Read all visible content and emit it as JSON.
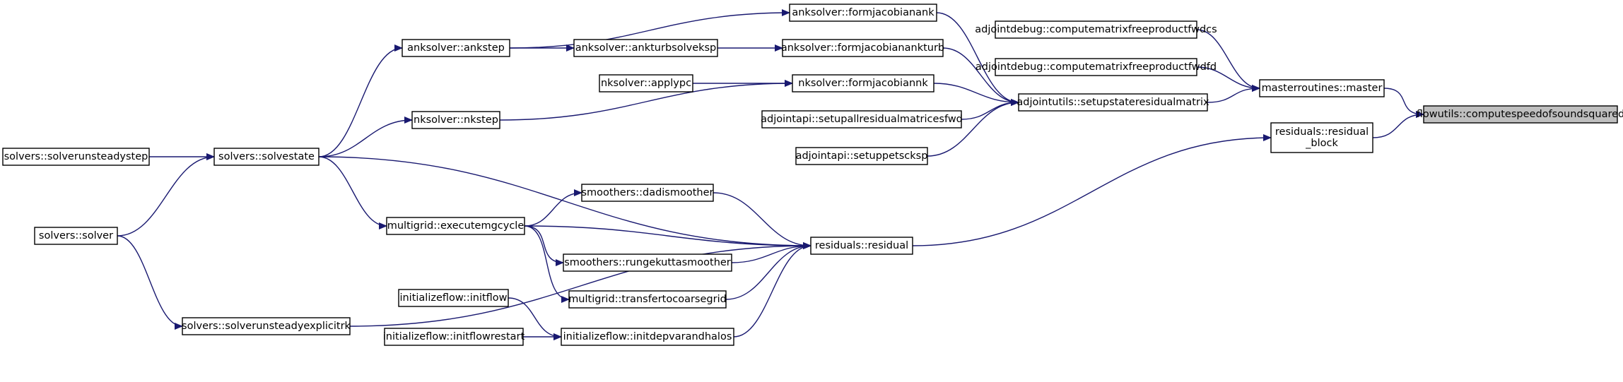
{
  "graph": {
    "edge_color": "#191970",
    "root_fill": "#bfbfbf",
    "nodes": [
      {
        "id": "root",
        "lines": [
          "flowutils::computespeedofsoundsquared"
        ],
        "root": true
      },
      {
        "id": "master",
        "lines": [
          "masterroutines::master"
        ]
      },
      {
        "id": "residual_block",
        "lines": [
          "residuals::residual",
          "_block"
        ]
      },
      {
        "id": "mfwdcs",
        "lines": [
          "adjointdebug::computematrixfreeproductfwdcs"
        ]
      },
      {
        "id": "mfwdfd",
        "lines": [
          "adjointdebug::computematrixfreeproductfwdfd"
        ]
      },
      {
        "id": "setupstate",
        "lines": [
          "adjointutils::setupstateresidualmatrix"
        ]
      },
      {
        "id": "formjac",
        "lines": [
          "anksolver::formjacobianank"
        ]
      },
      {
        "id": "formjacturb",
        "lines": [
          "anksolver::formjacobianankturb"
        ]
      },
      {
        "id": "nkformjac",
        "lines": [
          "nksolver::formjacobiannk"
        ]
      },
      {
        "id": "setupall",
        "lines": [
          "adjointapi::setupallresidualmatricesfwd"
        ]
      },
      {
        "id": "setuppetsc",
        "lines": [
          "adjointapi::setuppetscksp"
        ]
      },
      {
        "id": "residual",
        "lines": [
          "residuals::residual"
        ]
      },
      {
        "id": "ankstep",
        "lines": [
          "anksolver::ankstep"
        ]
      },
      {
        "id": "ankturb",
        "lines": [
          "anksolver::ankturbsolveksp"
        ]
      },
      {
        "id": "applypc",
        "lines": [
          "nksolver::applypc"
        ]
      },
      {
        "id": "nkstep",
        "lines": [
          "nksolver::nkstep"
        ]
      },
      {
        "id": "solvestate",
        "lines": [
          "solvers::solvestate"
        ]
      },
      {
        "id": "unsteadystep",
        "lines": [
          "solvers::solverunsteadystep"
        ]
      },
      {
        "id": "solver",
        "lines": [
          "solvers::solver"
        ]
      },
      {
        "id": "explicitrk",
        "lines": [
          "solvers::solverunsteadyexplicitrk"
        ]
      },
      {
        "id": "dadi",
        "lines": [
          "smoothers::dadismoother"
        ]
      },
      {
        "id": "mgcycle",
        "lines": [
          "multigrid::executemgcycle"
        ]
      },
      {
        "id": "rk",
        "lines": [
          "smoothers::rungekuttasmoother"
        ]
      },
      {
        "id": "coarse",
        "lines": [
          "multigrid::transfertocoarsegrid"
        ]
      },
      {
        "id": "initflow",
        "lines": [
          "initializeflow::initflow"
        ]
      },
      {
        "id": "initrestart",
        "lines": [
          "initializeflow::initflowrestart"
        ]
      },
      {
        "id": "initdep",
        "lines": [
          "initializeflow::initdepvarandhalos"
        ]
      }
    ],
    "edges": [
      {
        "from": "master",
        "to": "root"
      },
      {
        "from": "residual_block",
        "to": "root"
      },
      {
        "from": "mfwdcs",
        "to": "master"
      },
      {
        "from": "mfwdfd",
        "to": "master"
      },
      {
        "from": "setupstate",
        "to": "master"
      },
      {
        "from": "formjac",
        "to": "setupstate"
      },
      {
        "from": "formjacturb",
        "to": "setupstate"
      },
      {
        "from": "nkformjac",
        "to": "setupstate"
      },
      {
        "from": "setupall",
        "to": "setupstate"
      },
      {
        "from": "setuppetsc",
        "to": "setupstate"
      },
      {
        "from": "residual",
        "to": "residual_block"
      },
      {
        "from": "ankstep",
        "to": "formjac"
      },
      {
        "from": "ankturb",
        "to": "formjacturb"
      },
      {
        "from": "ankstep",
        "to": "ankturb"
      },
      {
        "from": "applypc",
        "to": "nkformjac"
      },
      {
        "from": "nkstep",
        "to": "nkformjac"
      },
      {
        "from": "solvestate",
        "to": "ankstep"
      },
      {
        "from": "solvestate",
        "to": "nkstep"
      },
      {
        "from": "unsteadystep",
        "to": "solvestate"
      },
      {
        "from": "solver",
        "to": "solvestate"
      },
      {
        "from": "solvestate",
        "to": "residual"
      },
      {
        "from": "dadi",
        "to": "residual"
      },
      {
        "from": "mgcycle",
        "to": "residual"
      },
      {
        "from": "rk",
        "to": "residual"
      },
      {
        "from": "coarse",
        "to": "residual"
      },
      {
        "from": "initdep",
        "to": "residual"
      },
      {
        "from": "explicitrk",
        "to": "residual"
      },
      {
        "from": "mgcycle",
        "to": "dadi"
      },
      {
        "from": "mgcycle",
        "to": "rk"
      },
      {
        "from": "mgcycle",
        "to": "coarse"
      },
      {
        "from": "solvestate",
        "to": "mgcycle"
      },
      {
        "from": "solver",
        "to": "explicitrk"
      },
      {
        "from": "initflow",
        "to": "initdep"
      },
      {
        "from": "initrestart",
        "to": "initdep"
      }
    ]
  }
}
